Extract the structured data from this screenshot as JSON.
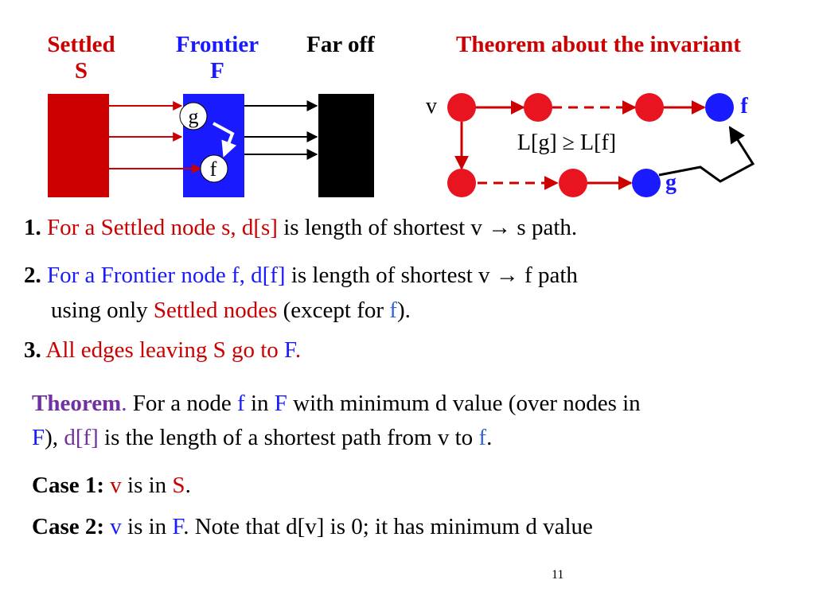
{
  "headers": {
    "settled": "Settled",
    "settled_letter": "S",
    "frontier": "Frontier",
    "frontier_letter": "F",
    "far_off": "Far off",
    "theorem_title": "Theorem about the invariant"
  },
  "diagram_left": {
    "node_g": "g",
    "node_f": "f"
  },
  "diagram_right": {
    "label_v": "v",
    "label_f": "f",
    "label_g": "g",
    "inequality": "L[g] ≥ L[f]"
  },
  "invariant_1": {
    "num": "1.",
    "colored": "For a Settled node s, d[s]",
    "rest": " is length of shortest v → s path."
  },
  "invariant_2": {
    "num": "2.",
    "colored": "For a Frontier node f, d[f]",
    "rest": " is length of shortest v → f path",
    "line2_a": "using only ",
    "line2_settled": "Settled nodes",
    "line2_b": " (except for ",
    "line2_f": "f",
    "line2_c": ")."
  },
  "invariant_3": {
    "num": "3.",
    "a": "All edges leaving S go to ",
    "F": "F",
    "dot": "."
  },
  "theorem": {
    "word": "Theorem",
    "dot": ".",
    "t1": " For a node ",
    "f1": "f",
    "t2": " in ",
    "F1": "F",
    "t3": " with minimum d value (over nodes in",
    "F2": "F",
    "t4": "), ",
    "df": "d[f]",
    "t5": " is the length of a shortest path from v to ",
    "f2": "f",
    "t6": "."
  },
  "case1": {
    "label": "Case 1:",
    "v": "v",
    "mid": " is in ",
    "S": "S",
    "end": "."
  },
  "case2": {
    "label": "Case 2:",
    "v": "v",
    "mid": " is in ",
    "F": "F",
    "end": ". Note that d[v] is 0; it has minimum d value"
  },
  "page_number": "11",
  "colors": {
    "settled": "#cc0000",
    "frontier": "#1a1aff",
    "far_off": "#000000",
    "theorem": "#7030a0"
  }
}
